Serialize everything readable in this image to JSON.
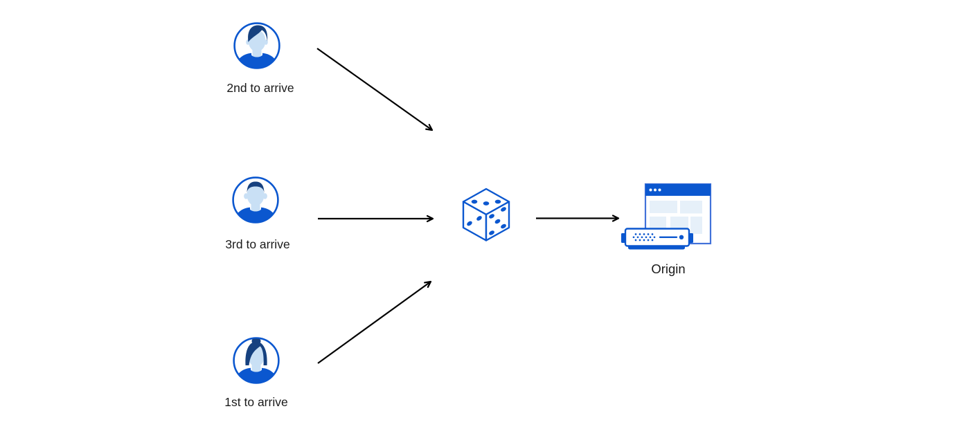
{
  "colors": {
    "primary_blue": "#0b57cf",
    "window_border": "#4272d9",
    "light_blue_fill": "#e6f0f9",
    "face_blue": "#c9e0f5",
    "hair_navy": "#16417f",
    "arrow_black": "#000000",
    "text_black": "#1a1a1a"
  },
  "clients": [
    {
      "label": "2nd to arrive",
      "icon": "user-avatar-male-swept-hair-icon"
    },
    {
      "label": "3rd to arrive",
      "icon": "user-avatar-male-short-hair-icon"
    },
    {
      "label": "1st to arrive",
      "icon": "user-avatar-female-bun-icon"
    }
  ],
  "randomizer": {
    "icon": "dice-icon"
  },
  "origin": {
    "label": "Origin",
    "icon": "origin-server-browser-icon"
  }
}
